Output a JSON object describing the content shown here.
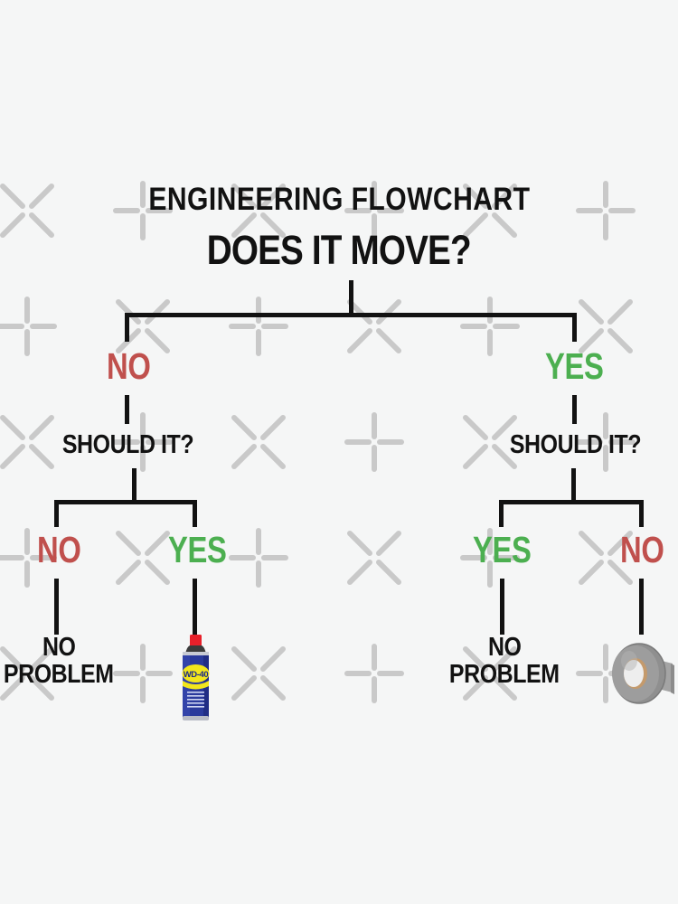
{
  "meta": {
    "background_color": "#f5f6f6",
    "line_color": "#121212",
    "text_color": "#121212",
    "no_color": "#c0504d",
    "yes_color": "#4caf50",
    "watermark_color": "#c9c9c9"
  },
  "header": {
    "title": "ENGINEERING FLOWCHART",
    "root_question": "DOES IT MOVE?"
  },
  "branches": {
    "left": {
      "answer": "NO",
      "answer_kind": "no",
      "question": "SHOULD IT?",
      "children": [
        {
          "answer": "NO",
          "answer_kind": "no",
          "outcome_line1": "NO",
          "outcome_line2": "PROBLEM",
          "outcome_icon": ""
        },
        {
          "answer": "YES",
          "answer_kind": "yes",
          "outcome_line1": "",
          "outcome_line2": "",
          "outcome_icon": "wd40-can-icon"
        }
      ]
    },
    "right": {
      "answer": "YES",
      "answer_kind": "yes",
      "question": "SHOULD IT?",
      "children": [
        {
          "answer": "YES",
          "answer_kind": "yes",
          "outcome_line1": "NO",
          "outcome_line2": "PROBLEM",
          "outcome_icon": ""
        },
        {
          "answer": "NO",
          "answer_kind": "no",
          "outcome_line1": "",
          "outcome_line2": "",
          "outcome_icon": "duct-tape-roll-icon"
        }
      ]
    }
  },
  "objects": {
    "wd40": {
      "label": "WD-40",
      "cap_color": "#e8202a",
      "body_color": "#2a3a9c",
      "oval_color": "#f2e61c",
      "text_color": "#1a2a8c"
    },
    "duct_tape": {
      "tape_color": "#9a9a9a",
      "core_color": "#c49a6c",
      "inner_color": "#e8e8e8"
    }
  },
  "watermark": {
    "x_mark": "x-watermark-icon",
    "plus_mark": "plus-watermark-icon",
    "spacing": 128,
    "color": "#c9c9c9"
  },
  "chart_data": {
    "type": "table",
    "title": "ENGINEERING FLOWCHART",
    "nodes": [
      {
        "id": "root",
        "label": "DOES IT MOVE?",
        "level": 0
      },
      {
        "id": "l1",
        "label": "SHOULD IT?",
        "level": 1,
        "edge_from_parent": "NO"
      },
      {
        "id": "r1",
        "label": "SHOULD IT?",
        "level": 1,
        "edge_from_parent": "YES"
      },
      {
        "id": "l1a",
        "label": "NO PROBLEM",
        "level": 2,
        "edge_from_parent": "NO"
      },
      {
        "id": "l1b",
        "label": "WD-40",
        "level": 2,
        "edge_from_parent": "YES"
      },
      {
        "id": "r1a",
        "label": "NO PROBLEM",
        "level": 2,
        "edge_from_parent": "YES"
      },
      {
        "id": "r1b",
        "label": "DUCT TAPE",
        "level": 2,
        "edge_from_parent": "NO"
      }
    ]
  }
}
